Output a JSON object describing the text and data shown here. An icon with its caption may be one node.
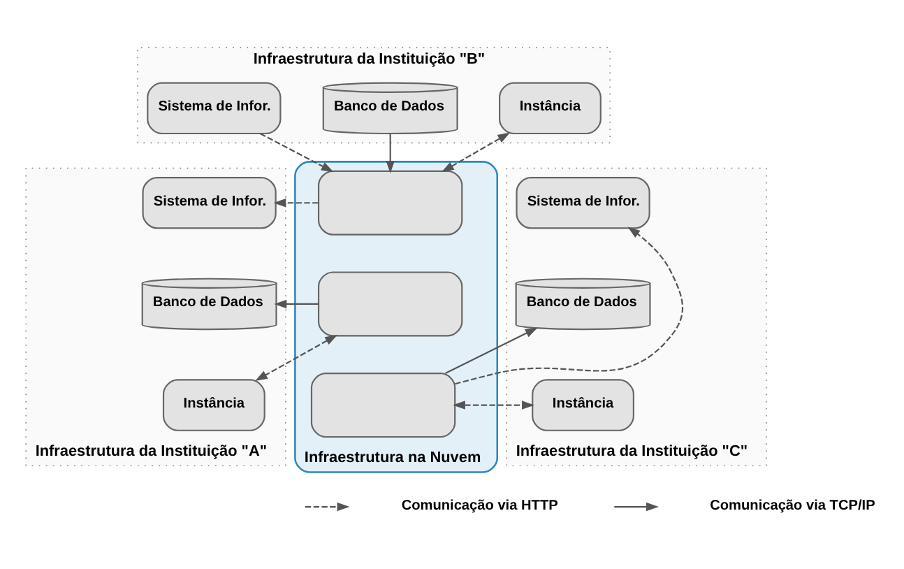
{
  "diagram": {
    "nodes": [
      {
        "text": [
          "Infraestrutura da Instituição \"B\""
        ]
      },
      {
        "text": [
          "Sistema de Infor."
        ],
        "in": 0
      },
      {
        "text": [
          "Banco de Dados"
        ],
        "in": 0
      },
      {
        "text": [
          "Instância"
        ],
        "in": 0
      },
      {
        "text": [
          "Infraestrutura da Instituição \"A\""
        ]
      },
      {
        "text": [
          "Sistema de Infor."
        ],
        "in": 4
      },
      {
        "text": [
          "Banco de Dados"
        ],
        "in": 4
      },
      {
        "text": [
          "Instância"
        ],
        "in": 4
      },
      {
        "text": [
          "Infraestrutura na Nuvem"
        ]
      },
      {
        "text": [],
        "shape": "box",
        "in": 8
      },
      {
        "text": [],
        "shape": "box",
        "in": 8
      },
      {
        "text": [],
        "shape": "box",
        "in": 8
      },
      {
        "text": [
          "Infraestrutura da Instituição \"C\""
        ]
      },
      {
        "text": [
          "Sistema de Infor."
        ],
        "in": 12
      },
      {
        "text": [
          "Banco de Dados"
        ],
        "in": 12
      },
      {
        "text": [
          "Instância"
        ],
        "in": 12
      }
    ],
    "edges": [
      {
        "from": 1,
        "to": 9,
        "arrow": "to",
        "style": "dashed"
      },
      {
        "from": 2,
        "to": 9,
        "arrow": "to"
      },
      {
        "from": 9,
        "to": 3,
        "arrow": "both",
        "style": "dashed"
      },
      {
        "from": 9,
        "to": 5,
        "arrow": "to",
        "style": "dashed"
      },
      {
        "from": 10,
        "to": 6,
        "arrow": "to"
      },
      {
        "from": 10,
        "to": 7,
        "arrow": "both",
        "style": "dashed"
      },
      {
        "from": 11,
        "to": 13,
        "arrow": "to",
        "style": "dashed"
      },
      {
        "from": 11,
        "to": 14,
        "arrow": "to"
      },
      {
        "from": 11,
        "to": 15,
        "arrow": "both",
        "style": "dashed"
      }
    ],
    "legend": [
      {
        "text": "Comunicação via HTTP"
      },
      {
        "text": "Comunicação via TCP/IP"
      }
    ]
  }
}
